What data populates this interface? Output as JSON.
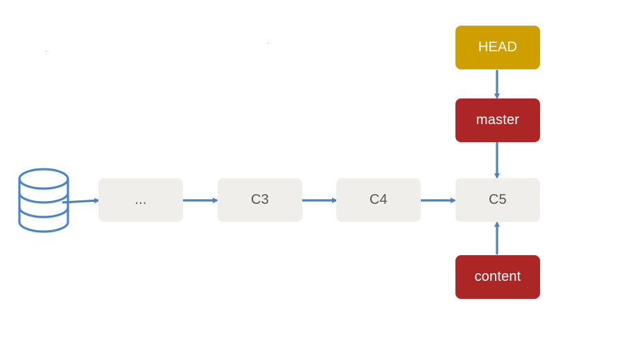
{
  "colors": {
    "commit_fill": "#efeeea",
    "commit_text": "#555555",
    "head_fill": "#cf9f00",
    "branch_fill": "#ad2626",
    "arrow": "#4f81bd",
    "repo_icon": "#4a86c5"
  },
  "repository": {
    "icon": "database-icon"
  },
  "commits": {
    "ellipsis": "...",
    "c3": "C3",
    "c4": "C4",
    "c5": "C5"
  },
  "pointers": {
    "head": "HEAD",
    "master": "master",
    "content": "content"
  }
}
